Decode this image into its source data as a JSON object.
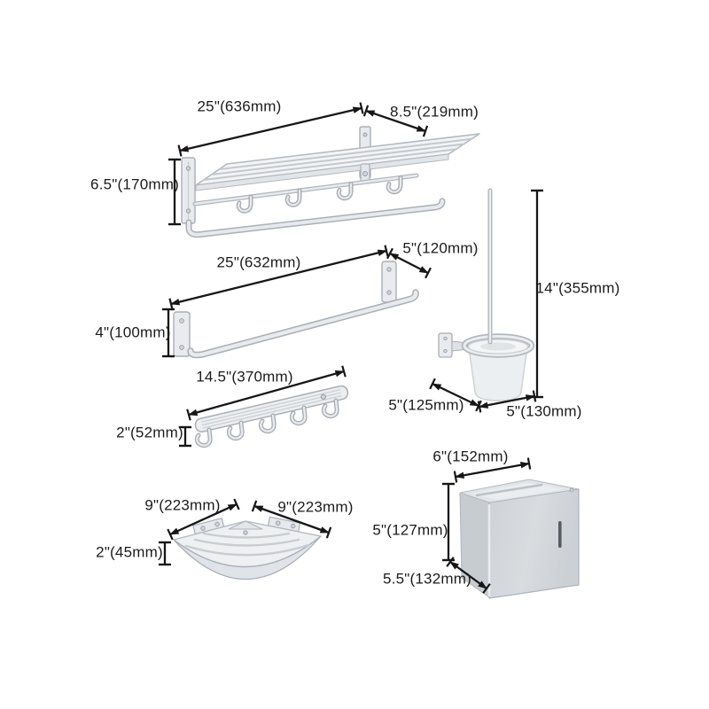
{
  "figure": {
    "kind": "bathroom-hardware-dimension-diagram",
    "background": "#ffffff",
    "dimension_line_color": "#161616",
    "text_color": "#1b1b1b",
    "metal_color": "#dfe2e6"
  },
  "products": [
    {
      "key": "towel-shelf-rack-with-hooks",
      "dims": {
        "width": "25\"(636mm)",
        "depth": "8.5\"(219mm)",
        "height": "6.5\"(170mm)"
      }
    },
    {
      "key": "towel-bar",
      "dims": {
        "width": "25\"(632mm)",
        "depth": "5\"(120mm)",
        "height": "4\"(100mm)"
      }
    },
    {
      "key": "toilet-brush-with-holder",
      "dims": {
        "height": "14\"(355mm)",
        "depth": "5\"(125mm)",
        "width": "5\"(130mm)"
      }
    },
    {
      "key": "hook-rail-5-hooks",
      "dims": {
        "width": "14.5\"(370mm)",
        "height": "2\"(52mm)"
      }
    },
    {
      "key": "corner-shelf-basket",
      "dims": {
        "side_left": "9\"(223mm)",
        "side_right": "9\"(223mm)",
        "height": "2\"(45mm)"
      }
    },
    {
      "key": "toilet-paper-holder-box",
      "dims": {
        "width": "6\"(152mm)",
        "height": "5\"(127mm)",
        "depth": "5.5\"(132mm)"
      }
    }
  ]
}
